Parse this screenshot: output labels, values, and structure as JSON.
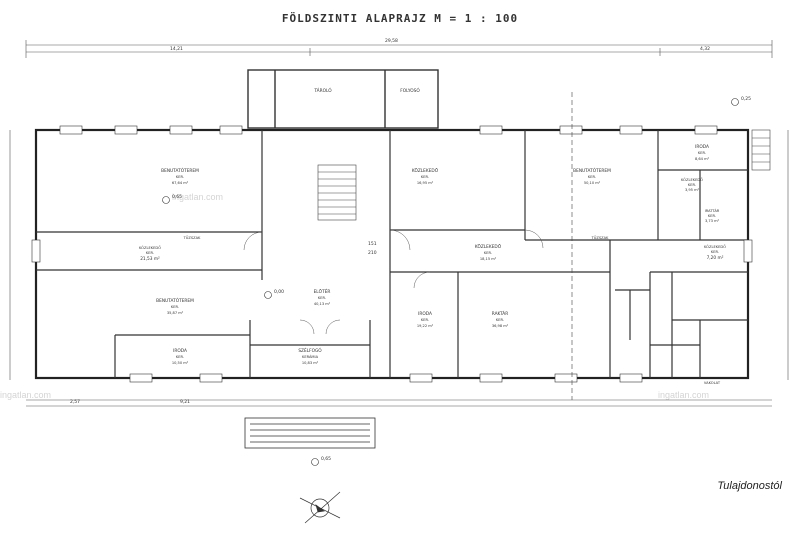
{
  "title": "FÖLDSZINTI  ALAPRAJZ  M = 1 : 100",
  "caption": "Tulajdonostól",
  "watermark": "ingatlan.com",
  "rooms": [
    {
      "id": "tarolo",
      "name": "TÁROLÓ",
      "area": ""
    },
    {
      "id": "folyoso",
      "name": "FOLYOSÓ",
      "area": ""
    },
    {
      "id": "benut1",
      "name": "BENUTATÓTEREM",
      "sub": "KER.",
      "area": "67,64 m²"
    },
    {
      "id": "kozleked1",
      "name": "KÖZLEKEDŐ",
      "sub": "KER.",
      "area": "16,95 m²"
    },
    {
      "id": "benut2",
      "name": "BENUTATÓTEREM",
      "sub": "KER.",
      "area": "50,10 m²"
    },
    {
      "id": "iroda1",
      "name": "IRODA",
      "sub": "KER.",
      "area": "8,64 m²"
    },
    {
      "id": "kozleked2",
      "name": "KÖZLEKEDŐ",
      "sub": "KER.",
      "area": "3,95 m²"
    },
    {
      "id": "irattar",
      "name": "IRATTÁR",
      "sub": "KER.",
      "area": "3,73 m²"
    },
    {
      "id": "kozleked3",
      "name": "KÖZLEKEDŐ",
      "sub": "KER.",
      "area": "21,53 m²"
    },
    {
      "id": "kozleked4",
      "name": "KÖZLEKEDŐ",
      "sub": "KER.",
      "area": "18,15 m²"
    },
    {
      "id": "kozleked5",
      "name": "KÖZLEKEDŐ",
      "sub": "KER.",
      "area": "7,20 m²"
    },
    {
      "id": "benut3",
      "name": "BENUTATÓTEREM",
      "sub": "KER.",
      "area": "35,87 m²"
    },
    {
      "id": "eloter",
      "name": "ELŐTÉR",
      "sub": "KER.",
      "area": "40,13 m²"
    },
    {
      "id": "iroda2",
      "name": "IRODA",
      "sub": "KER.",
      "area": "19,22 m²"
    },
    {
      "id": "raktar",
      "name": "RAKTÁR",
      "sub": "KER.",
      "area": "36,98 m²"
    },
    {
      "id": "iroda3",
      "name": "IRODA",
      "sub": "KER.",
      "area": "10,50 m²"
    },
    {
      "id": "szelfogo",
      "name": "SZÉLFOGÓ",
      "sub": "KERÁMIA",
      "area": "10,83 m²"
    }
  ],
  "labels": {
    "tuzszak1": "TŰZSZAK",
    "tuzszak2": "TŰZSZAK",
    "level1": "0,65",
    "level2": "0,25",
    "level3": "0,00",
    "level4": "0,65",
    "dim_top": "29,58",
    "dim_left": "14,21",
    "dim_right": "4,32",
    "dim_bottom_left": "2,57",
    "dim_bottom_mid": "9,21",
    "door1": "151",
    "door2": "210",
    "wall_label": "VAKOLAT"
  },
  "accent_color": "#333333"
}
